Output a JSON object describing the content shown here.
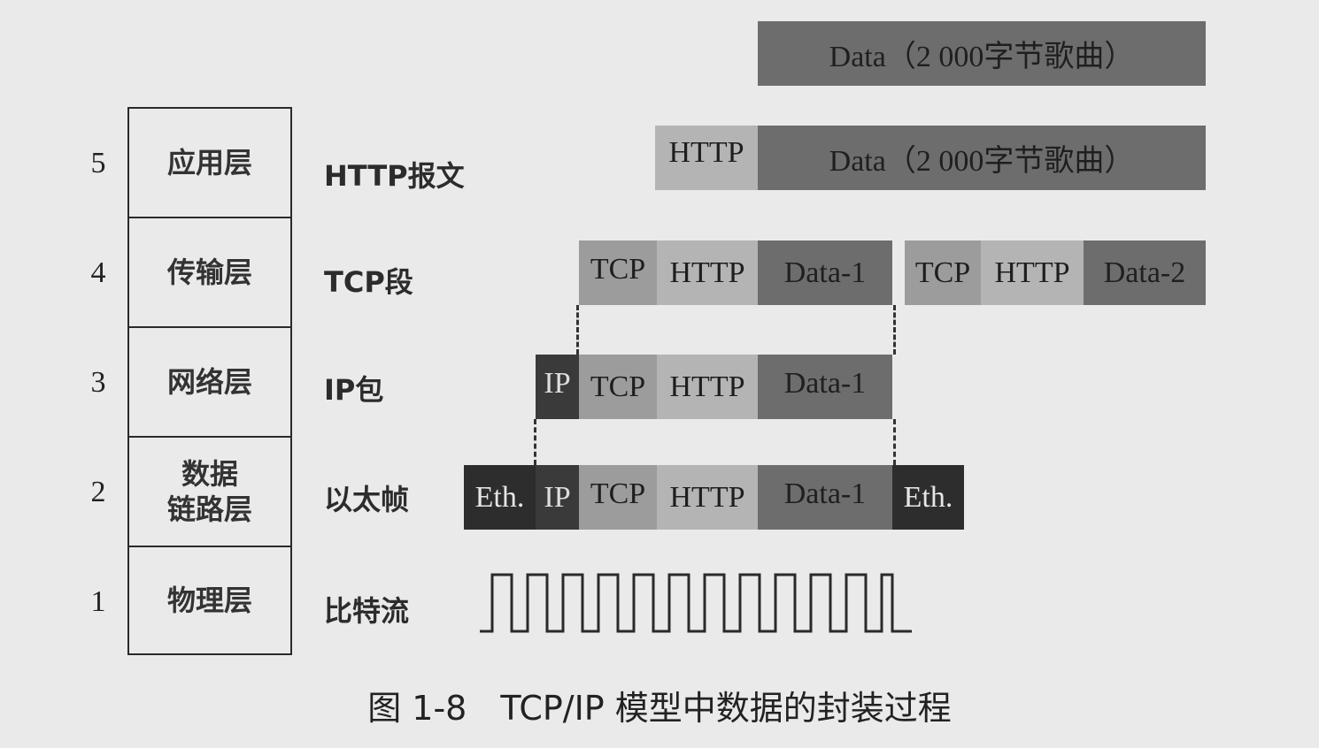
{
  "layers": [
    {
      "num": "5",
      "name": "应用层",
      "pdu": "HTTP报文"
    },
    {
      "num": "4",
      "name": "传输层",
      "pdu": "TCP段"
    },
    {
      "num": "3",
      "name": "网络层",
      "pdu": "IP包"
    },
    {
      "num": "2",
      "name_line1": "数据",
      "name_line2": "链路层",
      "pdu": "以太帧"
    },
    {
      "num": "1",
      "name": "物理层",
      "pdu": "比特流"
    }
  ],
  "rows": {
    "data": {
      "payload": "Data（2 000字节歌曲）"
    },
    "http": {
      "header": "HTTP",
      "payload": "Data（2 000字节歌曲）"
    },
    "tcp": {
      "seg1": {
        "tcp": "TCP",
        "http": "HTTP",
        "data": "Data-1"
      },
      "seg2": {
        "tcp": "TCP",
        "http": "HTTP",
        "data": "Data-2"
      }
    },
    "ip": {
      "ip": "IP",
      "tcp": "TCP",
      "http": "HTTP",
      "data": "Data-1"
    },
    "eth": {
      "eth_head": "Eth.",
      "ip": "IP",
      "tcp": "TCP",
      "http": "HTTP",
      "data": "Data-1",
      "eth_tail": "Eth."
    }
  },
  "caption": {
    "fig": "图 1-8",
    "text": "TCP/IP 模型中数据的封装过程"
  },
  "colors": {
    "dark": "#6d6d6d",
    "mid": "#9c9c9c",
    "light": "#b4b4b4",
    "black": "#2d2d2d",
    "background": "#ebeaea"
  }
}
